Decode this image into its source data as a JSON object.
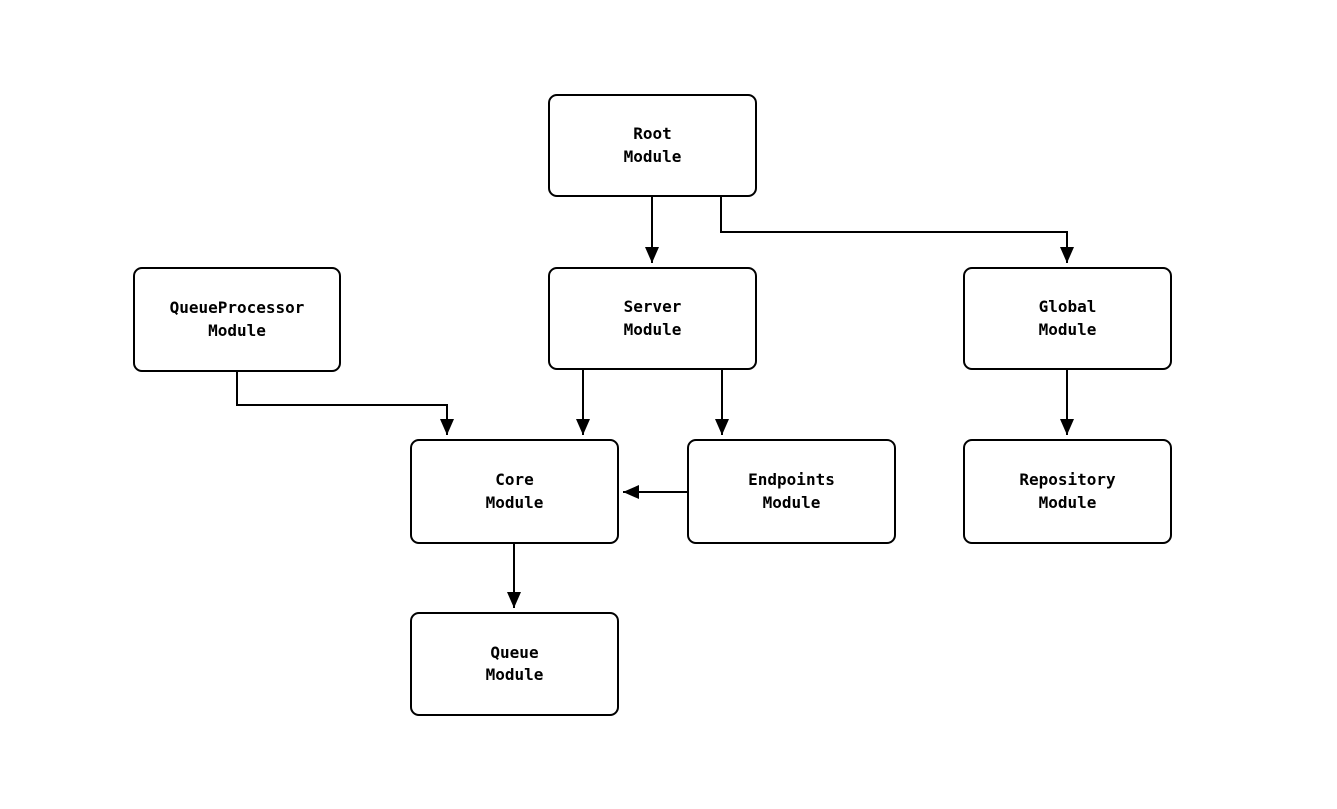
{
  "diagram": {
    "type": "dependency-graph",
    "colors": {
      "background": "#ffffff",
      "node_fill": "#ffffff",
      "node_border": "#000000",
      "edge_stroke": "#000000",
      "text": "#000000"
    },
    "nodes": [
      {
        "id": "root",
        "label": "Root\nModule"
      },
      {
        "id": "queueprocessor",
        "label": "QueueProcessor\nModule"
      },
      {
        "id": "server",
        "label": "Server\nModule"
      },
      {
        "id": "global",
        "label": "Global\nModule"
      },
      {
        "id": "core",
        "label": "Core\nModule"
      },
      {
        "id": "endpoints",
        "label": "Endpoints\nModule"
      },
      {
        "id": "repository",
        "label": "Repository\nModule"
      },
      {
        "id": "queue",
        "label": "Queue\nModule"
      }
    ],
    "edges": [
      {
        "from": "root",
        "to": "server"
      },
      {
        "from": "root",
        "to": "global"
      },
      {
        "from": "queueprocessor",
        "to": "core"
      },
      {
        "from": "server",
        "to": "core"
      },
      {
        "from": "server",
        "to": "endpoints"
      },
      {
        "from": "endpoints",
        "to": "core"
      },
      {
        "from": "global",
        "to": "repository"
      },
      {
        "from": "core",
        "to": "queue"
      }
    ]
  }
}
